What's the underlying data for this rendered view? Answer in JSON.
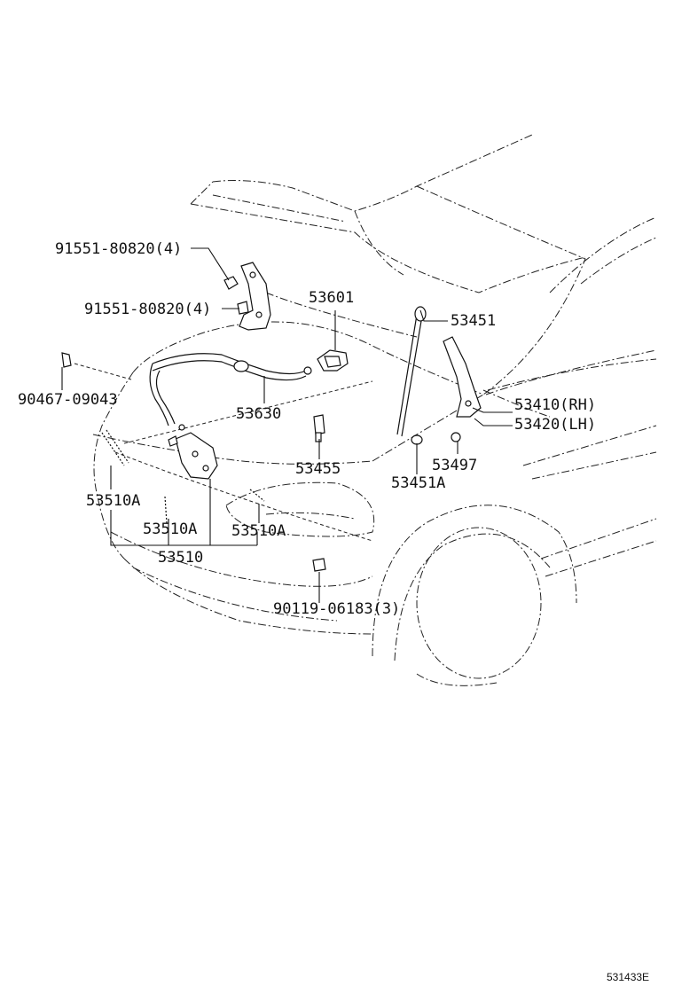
{
  "diagram": {
    "callouts": [
      {
        "id": "c1",
        "text": "91551-80820(4)"
      },
      {
        "id": "c2",
        "text": "91551-80820(4)"
      },
      {
        "id": "c3",
        "text": "90467-09043"
      },
      {
        "id": "c4",
        "text": "53601"
      },
      {
        "id": "c5",
        "text": "53451"
      },
      {
        "id": "c6",
        "text": "53630"
      },
      {
        "id": "c7",
        "text": "53410(RH)"
      },
      {
        "id": "c8",
        "text": "53420(LH)"
      },
      {
        "id": "c9",
        "text": "53497"
      },
      {
        "id": "c10",
        "text": "53455"
      },
      {
        "id": "c11",
        "text": "53451A"
      },
      {
        "id": "c12",
        "text": "53510A"
      },
      {
        "id": "c13",
        "text": "53510A"
      },
      {
        "id": "c14",
        "text": "53510A"
      },
      {
        "id": "c15",
        "text": "53510"
      },
      {
        "id": "c16",
        "text": "90119-06183(3)"
      }
    ],
    "reference_code": "531433E"
  }
}
